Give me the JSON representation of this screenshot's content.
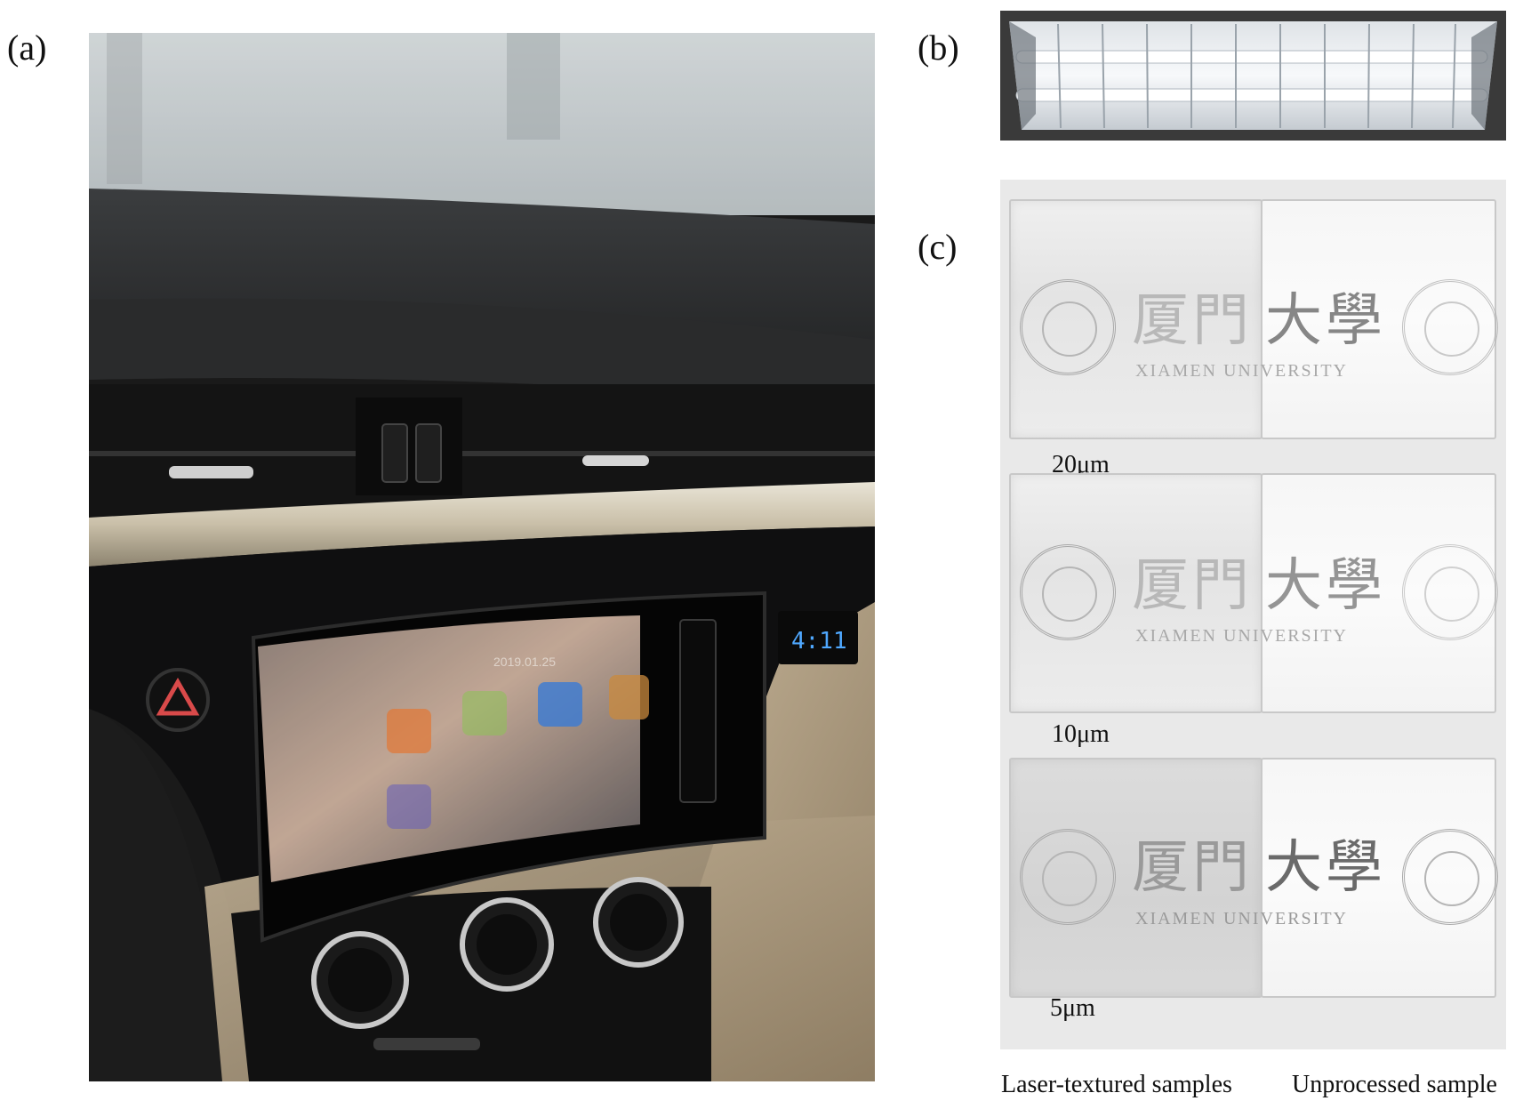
{
  "panels": {
    "a": {
      "label": "(a)"
    },
    "b": {
      "label": "(b)"
    },
    "c": {
      "label": "(c)"
    }
  },
  "dashboard": {
    "screen_date": "2019.01.25",
    "clock_display": "4:11"
  },
  "samples": {
    "rows": [
      {
        "size": "20μm"
      },
      {
        "size": "10μm"
      },
      {
        "size": "5μm"
      }
    ],
    "logo_text_cn_left": "厦門",
    "logo_text_cn_right": "大學",
    "logo_text_en": "XIAMEN UNIVERSITY"
  },
  "captions": {
    "left": "Laser-textured samples",
    "right": "Unprocessed sample"
  },
  "colors": {
    "background": "#ffffff",
    "lamp_frame": "#3a3a3a",
    "sample_backdrop": "#e9e9e9",
    "screen_icon_orange": "#e07a3a",
    "screen_icon_blue": "#3a7bd5",
    "hazard_red": "#d94a4a"
  }
}
